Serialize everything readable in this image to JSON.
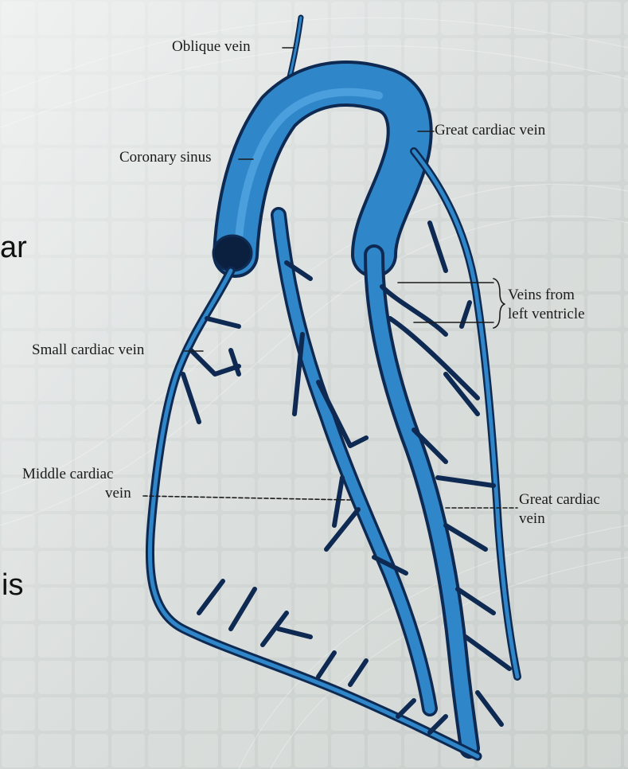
{
  "slide": {
    "side_text_fragments": [
      "ar",
      "is"
    ]
  },
  "diagram": {
    "labels": {
      "oblique_vein": "Oblique vein",
      "great_cardiac_vein_top": "Great cardiac vein",
      "coronary_sinus": "Coronary sinus",
      "veins_from_line1": "Veins from",
      "veins_from_line2": "left ventricle",
      "small_cardiac_vein": "Small cardiac vein",
      "middle_cardiac_line1": "Middle cardiac",
      "middle_cardiac_line2": "vein",
      "great_cardiac_vein_bottom_line1": "Great cardiac",
      "great_cardiac_vein_bottom_line2": "vein"
    },
    "colors": {
      "vein_fill": "#2f86c9",
      "vein_outline": "#0e2a52",
      "background": "#d9dcd9"
    }
  }
}
